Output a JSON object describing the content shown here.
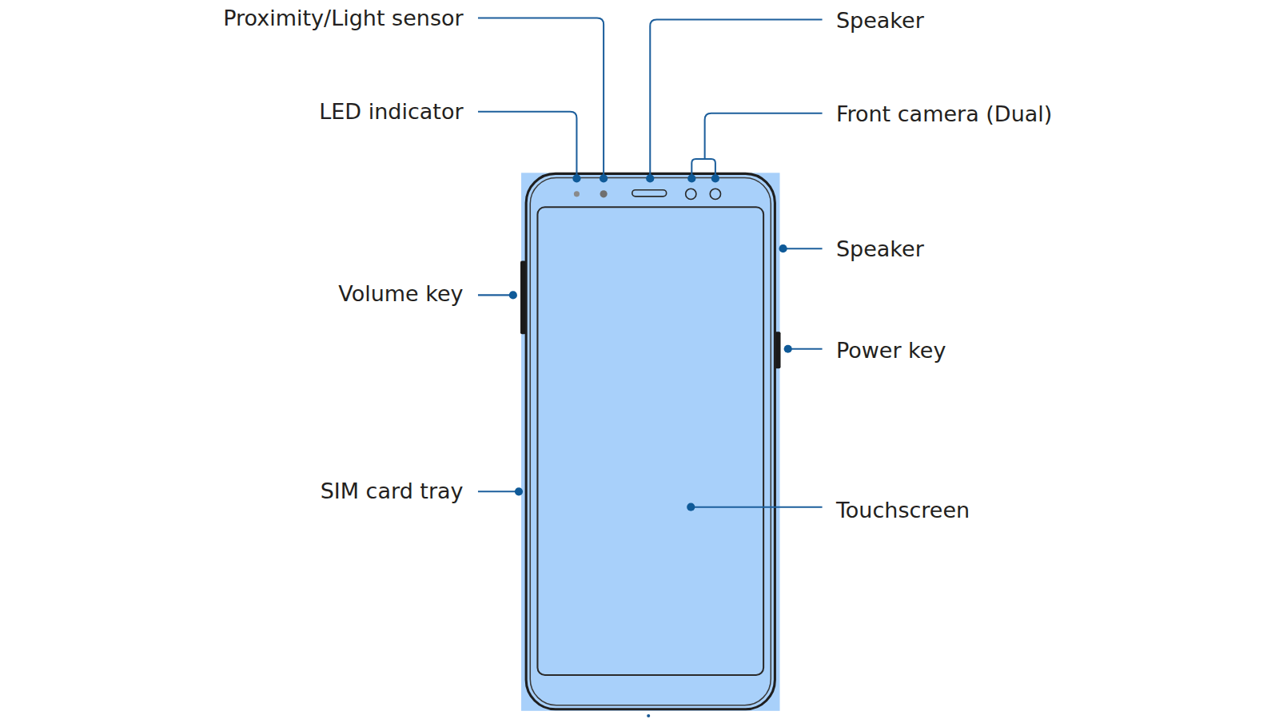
{
  "diagram": {
    "labels": [
      "Proximity/Light sensor",
      "Speaker",
      "LED indicator",
      "Front camera (Dual)",
      "Speaker",
      "Volume key",
      "Power key",
      "SIM card tray",
      "Touchscreen"
    ]
  }
}
